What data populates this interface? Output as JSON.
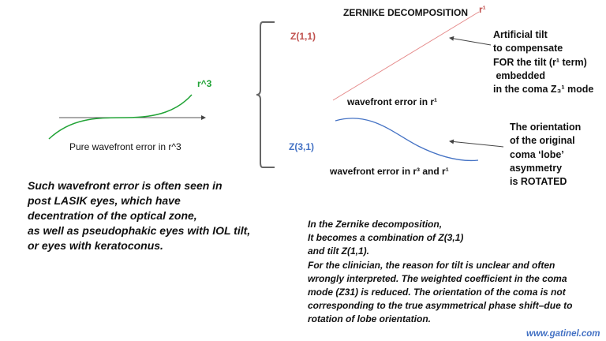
{
  "title": "ZERNIKE DECOMPOSITION",
  "r1_label": "r¹",
  "z11": {
    "label": "Z(1,1)",
    "color": "#c0504d"
  },
  "z31": {
    "label": "Z(3,1)",
    "color": "#4472c4"
  },
  "r3_label": {
    "text": "r^3",
    "color": "#21a336"
  },
  "pure_caption": "Pure wavefront error in r^3",
  "r1_caption": "wavefront error in r¹",
  "r3r1_caption": "wavefront error in r³ and r¹",
  "tilt_note": [
    "Artificial tilt",
    "to compensate",
    "FOR the tilt (r¹ term)",
    " embedded",
    "in the coma Z₃¹ mode"
  ],
  "orientation_note": [
    "The orientation",
    "of the original",
    "coma ‘lobe’",
    "asymmetry",
    "is ROTATED"
  ],
  "left_paragraph": [
    "Such wavefront error is often seen in",
    "post LASIK eyes, which have",
    "decentration of the optical zone,",
    "as well as pseudophakic eyes with IOL tilt,",
    "or eyes with keratoconus."
  ],
  "right_paragraph": [
    "In the Zernike decomposition,",
    "It becomes a combination of Z(3,1)",
    "and tilt Z(1,1).",
    "For the clinician, the reason for tilt is unclear and often",
    "wrongly interpreted. The weighted coefficient in the coma",
    "mode (Z31) is reduced. The orientation of the coma is not",
    "corresponding to the true asymmetrical phase shift–due to",
    "rotation of lobe orientation."
  ],
  "footer": {
    "text": "www.gatinel.com",
    "color": "#4472c4"
  }
}
